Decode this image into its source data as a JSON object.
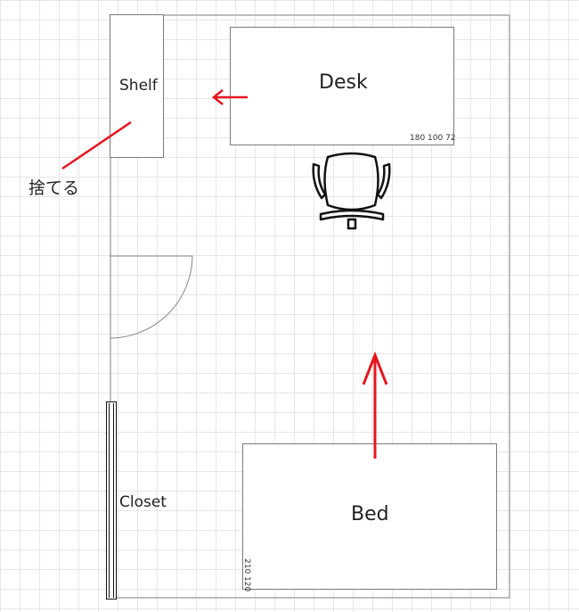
{
  "furniture": {
    "desk": {
      "label": "Desk",
      "dimensions": "180 100 72"
    },
    "bed": {
      "label": "Bed",
      "dimensions": "210 120"
    },
    "shelf": {
      "label": "Shelf"
    },
    "closet": {
      "label": "Closet"
    },
    "chair": {
      "icon": "office-chair-icon"
    },
    "door": {
      "icon": "door-swing-icon"
    }
  },
  "annotations": {
    "discard_note": "捨てる",
    "arrow_color": "#e8141e"
  }
}
